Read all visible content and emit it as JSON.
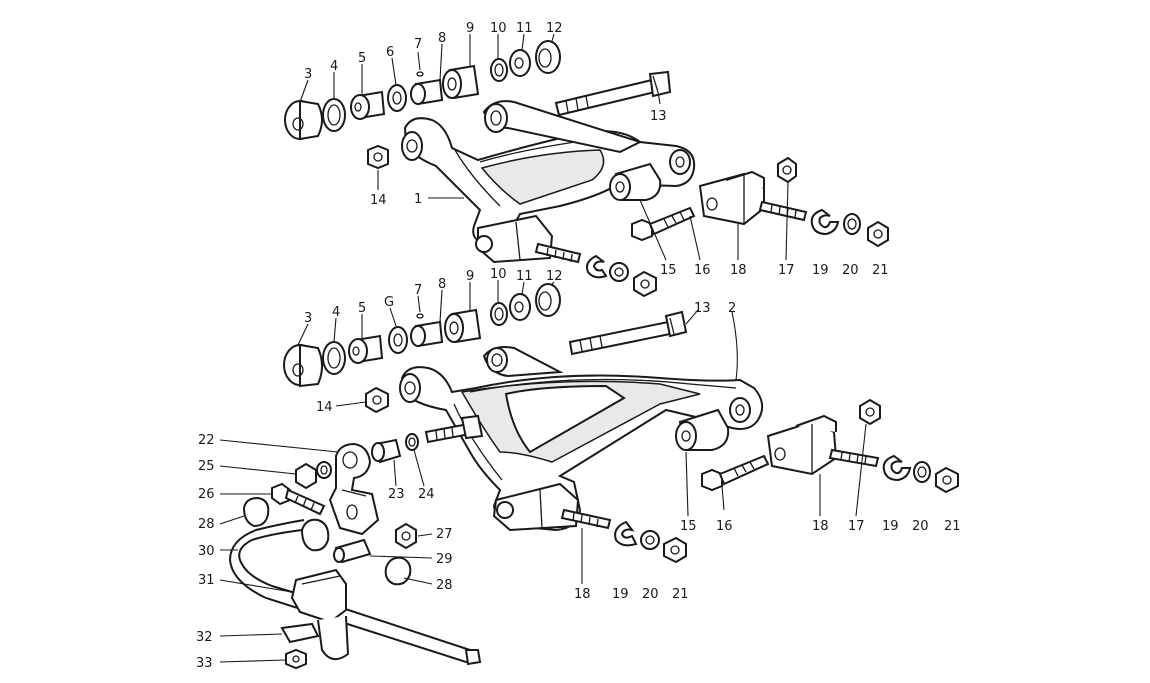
{
  "labels": {
    "u3": "3",
    "u4": "4",
    "u5": "5",
    "u6": "6",
    "u7": "7",
    "u8": "8",
    "u9": "9",
    "u10": "10",
    "u11": "11",
    "u12": "12",
    "u13": "13",
    "u14": "14",
    "u1": "1",
    "u15": "15",
    "u16": "16",
    "u18": "18",
    "u17": "17",
    "u19": "19",
    "u20": "20",
    "u21": "21",
    "l3": "3",
    "l4": "4",
    "l5": "5",
    "l6": "G",
    "l7": "7",
    "l8": "8",
    "l9": "9",
    "l10": "10",
    "l11": "11",
    "l12": "12",
    "l13": "13",
    "l2": "2",
    "l14": "14",
    "l22": "22",
    "l25": "25",
    "l26": "26",
    "l28a": "28",
    "l30": "30",
    "l31": "31",
    "l32": "32",
    "l33": "33",
    "l23": "23",
    "l24": "24",
    "l27": "27",
    "l29": "29",
    "l28b": "28",
    "l15": "15",
    "l16": "16",
    "l18a": "18",
    "l17": "17",
    "l19a": "19",
    "l20a": "20",
    "l21a": "21",
    "l18b": "18",
    "l19b": "19",
    "l20b": "20",
    "l21b": "21"
  }
}
